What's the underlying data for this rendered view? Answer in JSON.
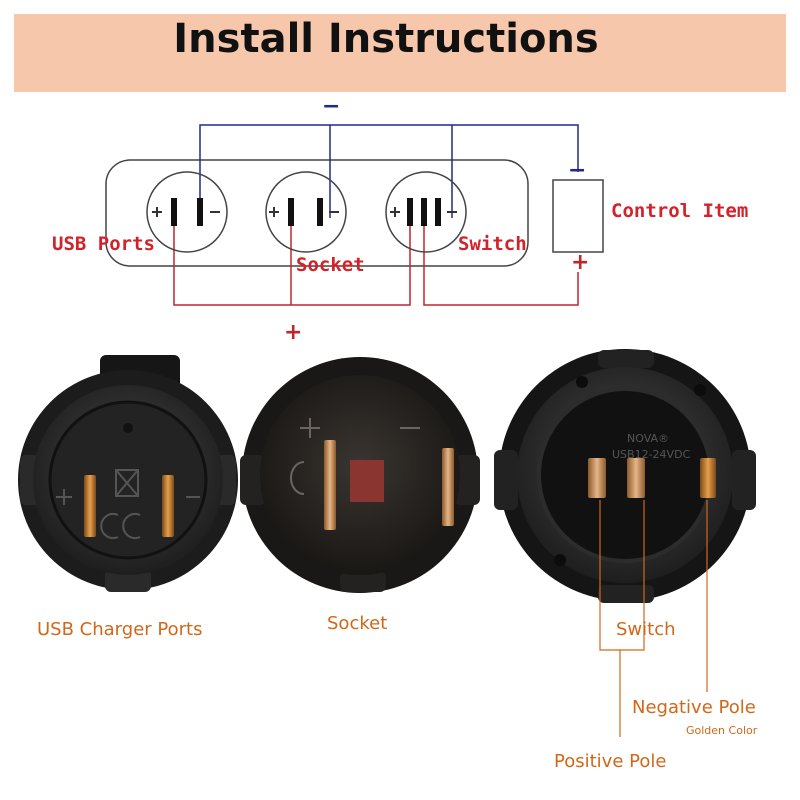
{
  "title": "Install Instructions",
  "wiring": {
    "negative_sign": "−",
    "positive_sign": "+",
    "usb_label": "USB Ports",
    "socket_label": "Socket",
    "switch_label": "Switch",
    "control_label": "Control Item",
    "control_minus": "−",
    "control_plus": "+"
  },
  "photos": {
    "usb_label": "USB Charger Ports",
    "socket_label": "Socket",
    "switch_label": "Switch",
    "negative_pole": "Negative Pole",
    "golden_color": "Golden Color",
    "positive_pole": "Positive Pole",
    "switch_brand": "NOVA®",
    "switch_rating": "USB12-24VDC"
  },
  "colors": {
    "banner": "#f6c7ab",
    "negative_wire": "#1e2a8c",
    "positive_wire": "#c0272d",
    "label_red": "#d3222a",
    "label_orange": "#d2671a"
  }
}
